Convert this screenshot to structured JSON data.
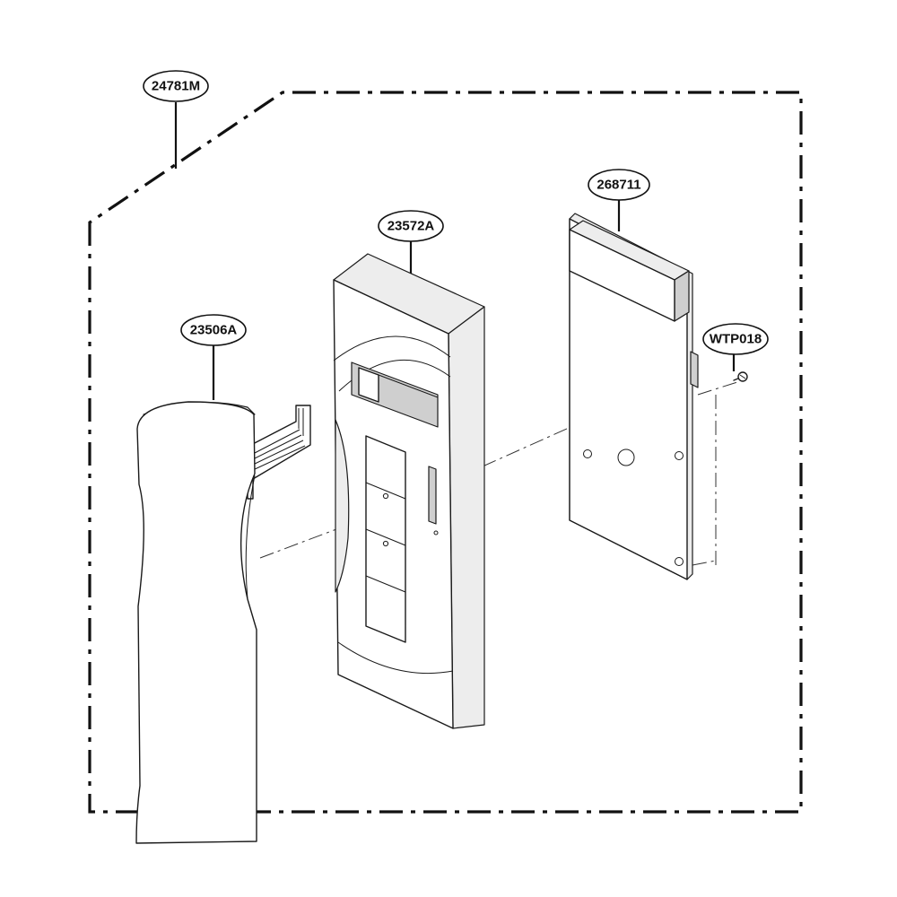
{
  "callouts": {
    "assembly": "24781M",
    "control_panel": "23572A",
    "membrane_switch": "23506A",
    "pcb": "268711",
    "screw": "WTP018"
  }
}
